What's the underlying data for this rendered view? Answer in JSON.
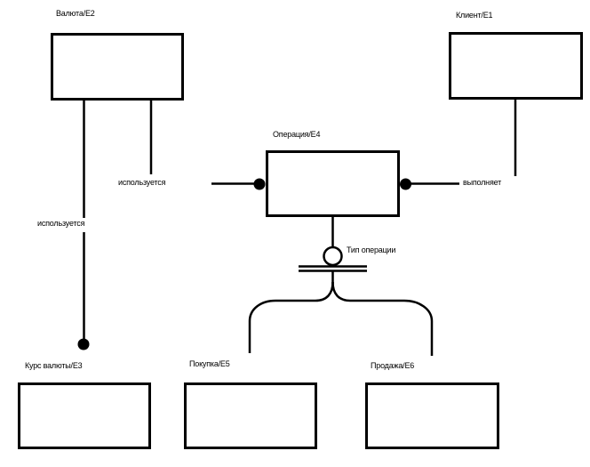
{
  "diagram": {
    "type": "entity-relationship",
    "background_color": "#ffffff",
    "line_color": "#000000",
    "entities": {
      "valuta": {
        "label": "Валюта/E2"
      },
      "klient": {
        "label": "Клиент/E1"
      },
      "operaciya": {
        "label": "Операция/E4"
      },
      "kurs_valyuty": {
        "label": "Курс валюты/E3"
      },
      "pokupka": {
        "label": "Покупка/E5"
      },
      "prodazha": {
        "label": "Продажа/E6"
      }
    },
    "relationship_labels": {
      "ispolzuetsya_kurs": "используется",
      "ispolzuetsya_operaciya": "используется",
      "vypolnyaet": "выполняет",
      "tip_operacii": "Тип операции"
    }
  }
}
